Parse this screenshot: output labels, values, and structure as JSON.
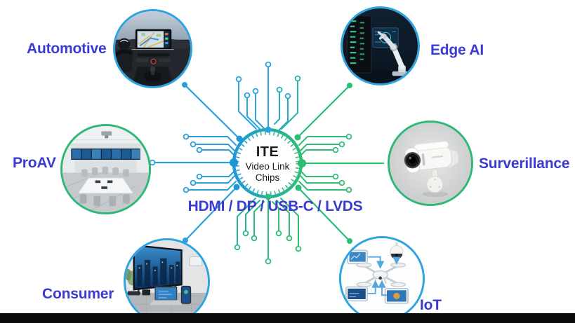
{
  "hub": {
    "line1": "ITE",
    "line2": "Video Link",
    "line3": "Chips"
  },
  "interfaces_label": "HDMI / DP / USB-C / LVDS",
  "nodes": {
    "automotive": {
      "label": "Automotive",
      "image": "car-dashboard-with-navigation-screen"
    },
    "edge_ai": {
      "label": "Edge AI",
      "image": "robot-arm-with-server-and-code-screens"
    },
    "proav": {
      "label": "ProAV",
      "image": "conference-room-with-video-wall"
    },
    "surveillance": {
      "label": "Surverillance",
      "image": "white-bullet-cctv-camera"
    },
    "consumer": {
      "label": "Consumer",
      "image": "tv-laptop-phone-living-room"
    },
    "iot": {
      "label": "IoT",
      "image": "drone-dome-camera-tablets-connected"
    }
  },
  "colors": {
    "trace_blue": "#2aa0da",
    "trace_green": "#2fbe76",
    "ring_gradient_start": "#1e98d6",
    "ring_gradient_end": "#2fbe76",
    "label_text": "#3b3bd2",
    "hub_text": "#1b1b1b",
    "bottom_bar": "#0b0b0b"
  }
}
